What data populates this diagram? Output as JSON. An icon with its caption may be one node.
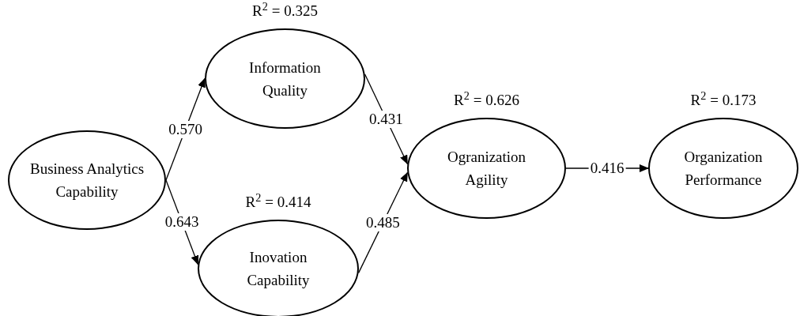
{
  "diagram": {
    "nodes": [
      {
        "text": [
          "Business Analytics Capability"
        ]
      },
      {
        "text": [
          "Information Quality"
        ],
        "beside": [
          "R$^{2}$ = 0.325"
        ]
      },
      {
        "text": [
          "Inovation Capability"
        ],
        "beside": [
          "R$^{2}$ = 0.414"
        ]
      },
      {
        "text": [
          "Ogranization Agility"
        ],
        "beside": [
          "R$^{2}$ = 0.626"
        ]
      },
      {
        "text": [
          "Organization Performance"
        ],
        "beside": [
          "R$^{2}$ = 0.173"
        ]
      }
    ],
    "edges": [
      {
        "from": 0,
        "to": 1,
        "arrow": "to",
        "label": "0.570"
      },
      {
        "from": 0,
        "to": 2,
        "arrow": "to",
        "label": "0.643"
      },
      {
        "from": 1,
        "to": 3,
        "arrow": "to",
        "label": "0.431"
      },
      {
        "from": 2,
        "to": 3,
        "arrow": "to",
        "label": "0.485"
      },
      {
        "from": 3,
        "to": 4,
        "arrow": "to",
        "label": "0.416"
      }
    ]
  }
}
